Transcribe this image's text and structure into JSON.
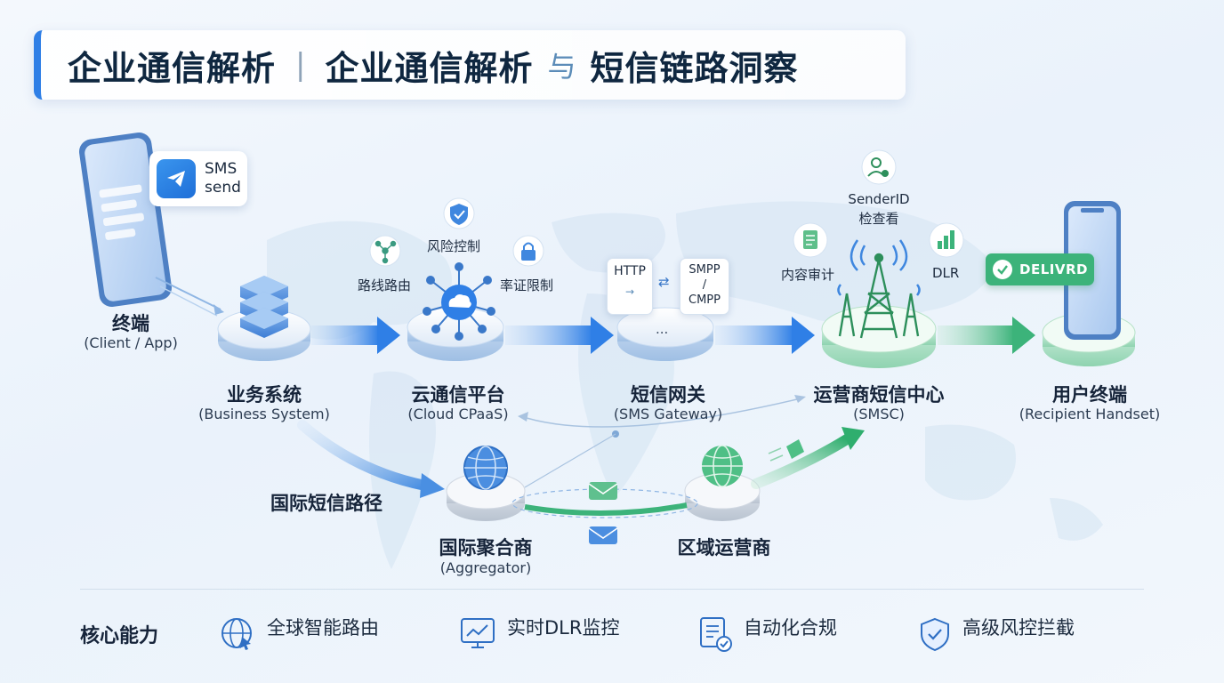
{
  "title": {
    "part1": "企业通信解析",
    "separator": "|",
    "part2": "企业通信解析",
    "connector": "与",
    "part3": "短信链路洞察"
  },
  "nodes": {
    "client": {
      "name": "终端",
      "sub": "(Client / App)"
    },
    "business": {
      "name": "业务系统",
      "sub": "(Business System)"
    },
    "cpaas": {
      "name": "云通信平台",
      "sub": "(Cloud CPaaS)"
    },
    "gateway": {
      "name": "短信网关",
      "sub": "(SMS Gateway)"
    },
    "smsc": {
      "name": "运营商短信中心",
      "sub": "(SMSC)"
    },
    "recipient": {
      "name": "用户终端",
      "sub": "(Recipient Handset)"
    },
    "aggregator": {
      "name": "国际聚合商",
      "sub": "(Aggregator)"
    },
    "regional": {
      "name": "区域运营商"
    }
  },
  "sms_bubble": {
    "line1": "SMS",
    "line2": "send"
  },
  "cpaas_features": {
    "risk": "风险控制",
    "routing": "路线路由",
    "rate": "率证限制"
  },
  "gateway_protocols": {
    "http": "HTTP",
    "smpp_line1": "SMPP",
    "smpp_line2": "/",
    "smpp_line3": "CMPP",
    "dots": "..."
  },
  "smsc_features": {
    "sender_line1": "SenderID",
    "sender_line2": "检查看",
    "content": "内容审计",
    "dlr": "DLR"
  },
  "delivered_badge": "DELIVRD",
  "intl_path_label": "国际短信路径",
  "core_capabilities": {
    "title": "核心能力",
    "items": [
      {
        "label": "全球智能路由",
        "icon": "globe-cursor-icon"
      },
      {
        "label": "实时DLR监控",
        "icon": "monitor-chart-icon"
      },
      {
        "label": "自动化合规",
        "icon": "document-check-icon"
      },
      {
        "label": "高级风控拦截",
        "icon": "shield-check-icon"
      }
    ]
  },
  "colors": {
    "blue_accent": "#2f7fe6",
    "green_accent": "#3cb37a",
    "text_dark": "#16243a"
  }
}
